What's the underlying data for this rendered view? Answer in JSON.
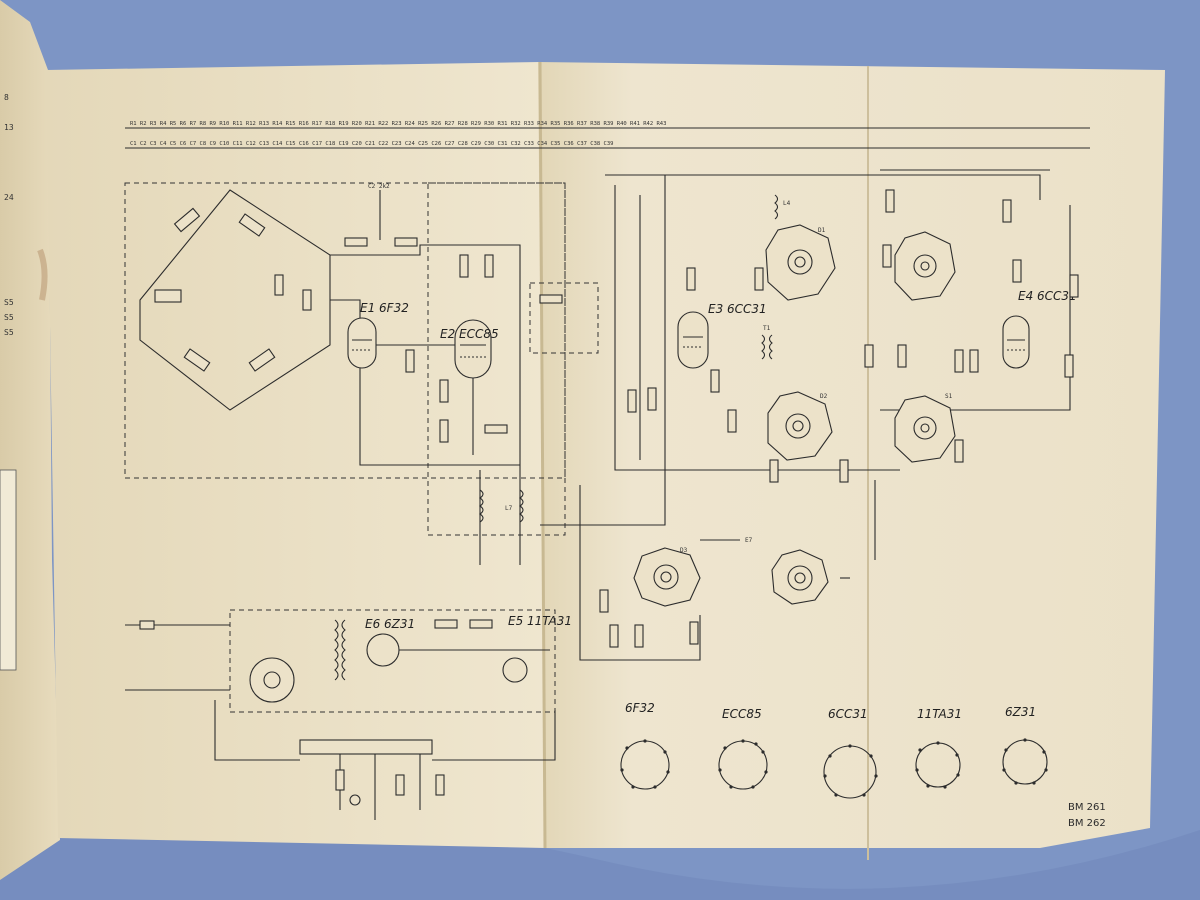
{
  "tubes": {
    "e1": "E1  6F32",
    "e2": "E2  ECC85",
    "e3": "E3  6CC31",
    "e4": "E4  6CC31",
    "e5": "E5  11TA31",
    "e6": "E6  6Z31"
  },
  "pinouts": {
    "p1": "6F32",
    "p2": "ECC85",
    "p3": "6CC31",
    "p4": "11TA31",
    "p5": "6Z31"
  },
  "codes": {
    "line1": "BM 261",
    "line2": "BM 262"
  },
  "component_refs": {
    "c2": "C2  2k2",
    "l4": "L4",
    "t1": "T1",
    "d1": "D1",
    "d2": "D2",
    "d3": "D3",
    "s1": "S1",
    "e7": "E7",
    "l7": "L7"
  },
  "colors": {
    "background": "#7f97c6",
    "paper": "#ece2c9",
    "ink": "#2c2c2c"
  }
}
